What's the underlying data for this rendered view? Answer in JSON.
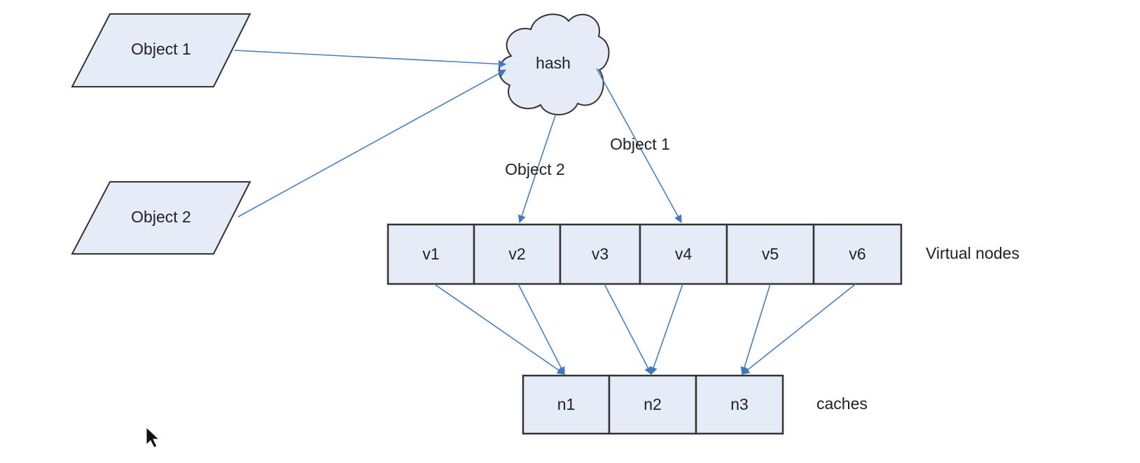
{
  "objects": [
    {
      "label": "Object 1"
    },
    {
      "label": "Object 2"
    }
  ],
  "hash": {
    "label": "hash"
  },
  "edge_labels": {
    "to_v2": "Object 2",
    "to_v4": "Object 1"
  },
  "virtual_nodes": {
    "label": "Virtual nodes",
    "items": [
      "v1",
      "v2",
      "v3",
      "v4",
      "v5",
      "v6"
    ]
  },
  "caches": {
    "label": "caches",
    "items": [
      "n1",
      "n2",
      "n3"
    ]
  },
  "mappings": [
    {
      "from": "v1",
      "to": "n1"
    },
    {
      "from": "v2",
      "to": "n1"
    },
    {
      "from": "v3",
      "to": "n2"
    },
    {
      "from": "v4",
      "to": "n2"
    },
    {
      "from": "v5",
      "to": "n3"
    },
    {
      "from": "v6",
      "to": "n3"
    }
  ],
  "colors": {
    "fill": "#e6ecf7",
    "stroke": "#333333",
    "arrow": "#4a7ebb"
  }
}
